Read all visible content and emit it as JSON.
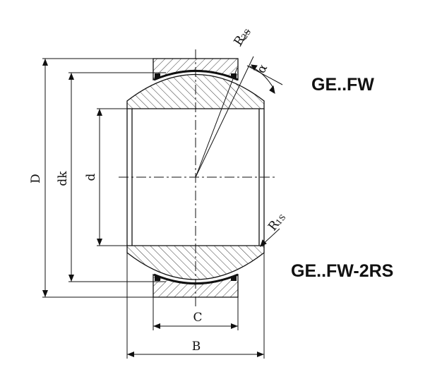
{
  "labels": {
    "model_top": "GE..FW",
    "model_bottom": "GE..FW-2RS"
  },
  "dimensions": {
    "D": "D",
    "dk": "dk",
    "d": "d",
    "C": "C",
    "B": "B",
    "alpha": "α",
    "r2s_main": "R",
    "r2s_sub": "2S",
    "r1s_main": "R",
    "r1s_sub": "1S"
  }
}
